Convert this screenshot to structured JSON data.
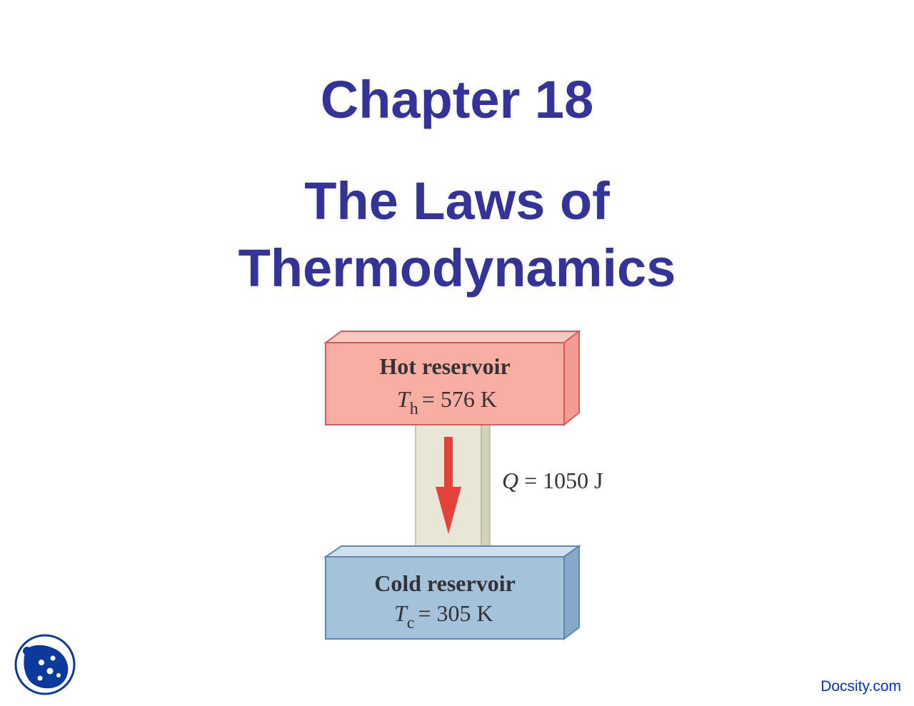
{
  "slide": {
    "chapter": "Chapter 18",
    "title_line1": "The Laws of",
    "title_line2": "Thermodynamics",
    "footer": "Docsity.com"
  },
  "diagram": {
    "hot_reservoir": {
      "label": "Hot reservoir",
      "symbol": "T",
      "subscript": "h",
      "value": "= 576 K",
      "color": "#f8aea3"
    },
    "cold_reservoir": {
      "label": "Cold reservoir",
      "symbol": "T",
      "subscript": "c",
      "value": "= 305 K",
      "color": "#a4c2da"
    },
    "heat_flow": {
      "symbol": "Q",
      "value": "= 1050 J",
      "arrow_color": "#e3423a",
      "bar_color": "#e8e6d6"
    }
  },
  "colors": {
    "title": "#333399",
    "footer_link": "#0033cc",
    "logo": "#0b3a9c"
  },
  "icons": {
    "logo": "docsity-logo-icon",
    "arrow": "down-arrow-icon"
  }
}
